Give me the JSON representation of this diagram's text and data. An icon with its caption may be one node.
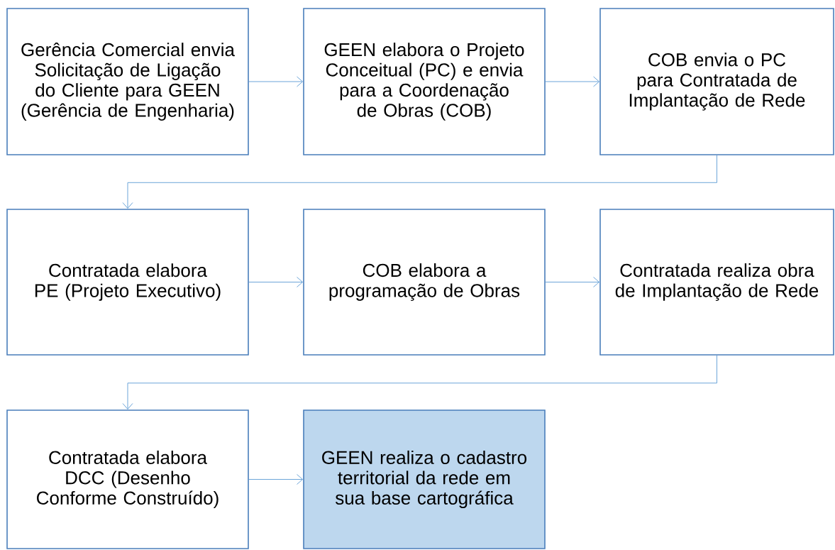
{
  "diagram": {
    "nodes": [
      {
        "text": [
          "Gerência Comercial envia Solicitação de Ligação do Cliente para GEEN (Gerência de Engenharia)"
        ]
      },
      {
        "text": [
          "GEEN elabora o Projeto Conceitual (PC) e envia para a Coordenação de Obras (COB)"
        ]
      },
      {
        "text": [
          "COB envia o PC para Contratada de Implantação de Rede"
        ]
      },
      {
        "text": [
          "Contratada elabora PE (Projeto Executivo)"
        ]
      },
      {
        "text": [
          "COB elabora a programação de Obras"
        ]
      },
      {
        "text": [
          "Contratada realiza obra de Implantação de Rede"
        ]
      },
      {
        "text": [
          "Contratada elabora DCC (Desenho Conforme Construído)"
        ]
      },
      {
        "text": [
          "GEEN realiza o cadastro territorial da rede em sua base cartográfica"
        ]
      }
    ],
    "edges": [
      {
        "from": 0,
        "to": 1,
        "arrow": "to"
      },
      {
        "from": 1,
        "to": 2,
        "arrow": "to"
      },
      {
        "from": 2,
        "to": 3,
        "arrow": "to"
      },
      {
        "from": 3,
        "to": 4,
        "arrow": "to"
      },
      {
        "from": 4,
        "to": 5,
        "arrow": "to"
      },
      {
        "from": 5,
        "to": 6,
        "arrow": "to"
      },
      {
        "from": 6,
        "to": 7,
        "arrow": "to"
      }
    ]
  }
}
